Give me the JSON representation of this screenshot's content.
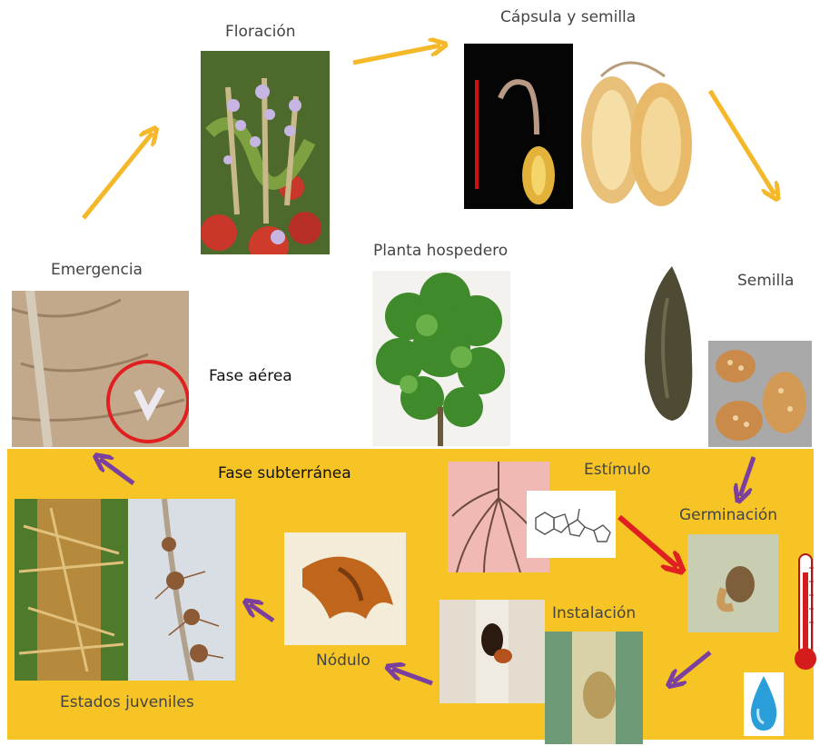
{
  "labels": {
    "floracion": "Floración",
    "capsula": "Cápsula y semilla",
    "emergencia": "Emergencia",
    "planta_hospedero": "Planta hospedero",
    "semilla": "Semilla",
    "fase_aerea": "Fase aérea",
    "fase_subterranea": "Fase subterránea",
    "estimulo": "Estímulo",
    "germinacion": "Germinación",
    "instalacion": "Instalación",
    "nodulo": "Nódulo",
    "estados_juveniles": "Estados juveniles"
  },
  "colors": {
    "panel": "#f7c425",
    "cycle_arrow": "#f5b82a",
    "underground_arrow": "#7b3fa0",
    "stimulus_arrow": "#e02020"
  }
}
